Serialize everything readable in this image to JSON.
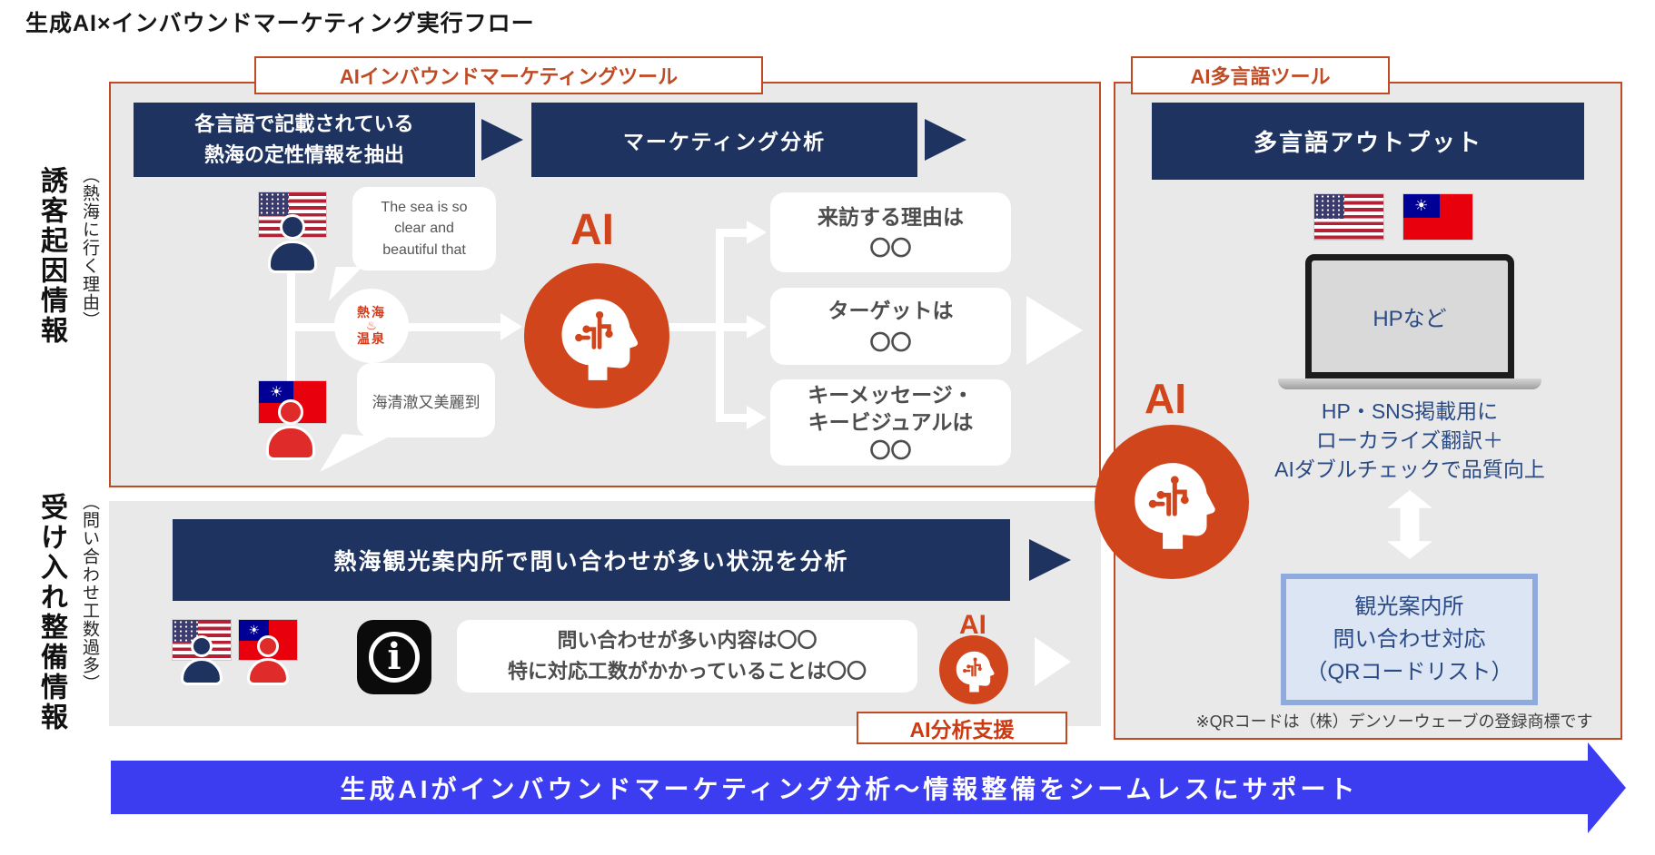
{
  "title": "生成AI×インバウンドマーケティング実行フロー",
  "ai_label": "AI",
  "colors": {
    "accent_red": "#bf4a24",
    "ai_red": "#d0451c",
    "navy": "#1f3361",
    "panel_gray": "#e9e9e9",
    "banner_blue": "#3c3cf0",
    "deep_text_navy": "#2a4a85",
    "qr_border_blue": "#8faadc",
    "qr_bg_blue": "#dbe5f3"
  },
  "left_axis": {
    "attract": {
      "main": "誘客起因情報",
      "sub": "（熱海に行く理由）"
    },
    "reception": {
      "main": "受け入れ整備情報",
      "sub": "（問い合わせ工数過多）"
    }
  },
  "marketing_panel": {
    "label": "AIインバウンドマーケティングツール",
    "extract_line1": "各言語で記載されている",
    "extract_line2": "熱海の定性情報を抽出",
    "analysis_box": "マーケティング分析",
    "bubble_en_line1": "The sea is so",
    "bubble_en_line2": "clear and",
    "bubble_en_line3": "beautiful that",
    "bubble_zh": "海清澈又美麗到",
    "onsen_logo_line1": "熱海",
    "onsen_logo_line2": "♨",
    "onsen_logo_line3": "温泉",
    "result_boxes": [
      {
        "line1": "来訪する理由は",
        "line2": "〇〇"
      },
      {
        "line1": "ターゲットは",
        "line2": "〇〇"
      },
      {
        "line1": "キーメッセージ・",
        "line2": "キービジュアルは",
        "line3": "〇〇"
      }
    ]
  },
  "reception_panel": {
    "analysis_bar": "熱海観光案内所で問い合わせが多い状況を分析",
    "inquiry_line1": "問い合わせが多い内容は〇〇",
    "inquiry_line2": "特に対応工数がかかっていることは〇〇",
    "ai_support_label": "AI分析支援"
  },
  "multilingual_panel": {
    "label": "AI多言語ツール",
    "output_box": "多言語アウトプット",
    "laptop_screen": "HPなど",
    "desc_line1": "HP・SNS掲載用に",
    "desc_line2": "ローカライズ翻訳＋",
    "desc_line3": "AIダブルチェックで品質向上",
    "qr_box_line1": "観光案内所",
    "qr_box_line2": "問い合わせ対応",
    "qr_box_line3": "（QRコードリスト）",
    "trademark_note": "※QRコードは（株）デンソーウェーブの登録商標です"
  },
  "bottom_banner": "生成AIがインバウンドマーケティング分析～情報整備をシームレスにサポート"
}
